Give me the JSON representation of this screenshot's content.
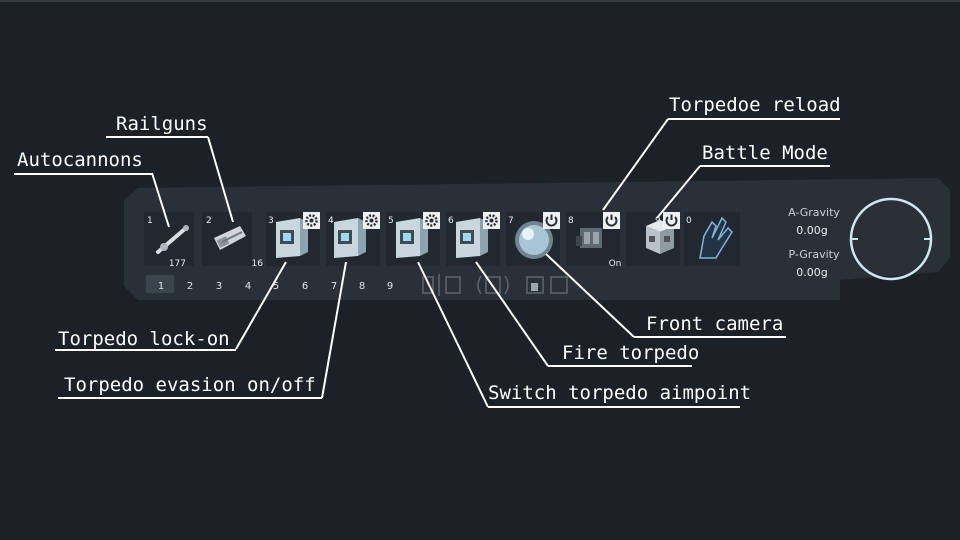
{
  "hotbar": {
    "slots": [
      {
        "number": "1",
        "count": "177",
        "icon": "autocannon-icon"
      },
      {
        "number": "2",
        "count": "16",
        "icon": "railgun-icon"
      },
      {
        "number": "3",
        "count": "",
        "icon": "torpedo-block-gear-icon"
      },
      {
        "number": "4",
        "count": "",
        "icon": "torpedo-block-gear-icon"
      },
      {
        "number": "5",
        "count": "",
        "icon": "torpedo-block-gear-icon"
      },
      {
        "number": "6",
        "count": "",
        "icon": "torpedo-block-gear-icon"
      },
      {
        "number": "7",
        "count": "",
        "icon": "camera-sphere-icon"
      },
      {
        "number": "8",
        "count": "On",
        "icon": "reload-mechanism-icon"
      },
      {
        "number": "9",
        "count": "",
        "icon": "battle-mode-cube-icon"
      },
      {
        "number": "0",
        "count": "",
        "icon": "grab-hand-icon"
      }
    ],
    "pages": [
      "1",
      "2",
      "3",
      "4",
      "5",
      "6",
      "7",
      "8",
      "9"
    ],
    "selected_page": "1"
  },
  "gravity": {
    "artificial_label": "A-Gravity",
    "artificial_value": "0.00g",
    "planetary_label": "P-Gravity",
    "planetary_value": "0.00g"
  },
  "callouts": {
    "autocannons": "Autocannons",
    "railguns": "Railguns",
    "torpedo_lock_on": "Torpedo lock-on",
    "torpedo_evasion": "Torpedo evasion on/off",
    "switch_aimpoint": "Switch torpedo aimpoint",
    "fire_torpedo": "Fire torpedo",
    "front_camera": "Front camera",
    "torpedo_reload": "Torpedoe reload",
    "battle_mode": "Battle Mode"
  },
  "colors": {
    "background": "#1c2127",
    "panel": "#2a3037",
    "icon_accent": "#9fd6f0",
    "text": "#ffffff"
  }
}
